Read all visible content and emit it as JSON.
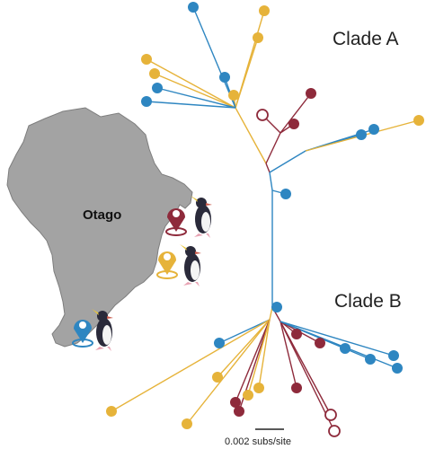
{
  "labels": {
    "clade_a": "Clade A",
    "clade_b": "Clade B",
    "region": "Otago",
    "scale_bar": "0.002 subs/site"
  },
  "colors": {
    "blue": "#2e86c1",
    "yellow": "#e6b33a",
    "red": "#8e2a3b",
    "map_fill": "#a3a3a3",
    "map_stroke": "#7e7e7e",
    "branch_trunk": "#2e86c1"
  },
  "legend_locations": [
    {
      "color": "red",
      "icon": "map-pin-icon"
    },
    {
      "color": "yellow",
      "icon": "map-pin-icon"
    },
    {
      "color": "blue",
      "icon": "map-pin-icon"
    }
  ],
  "penguin_icons": [
    "penguin-icon",
    "penguin-icon",
    "penguin-icon"
  ],
  "tree": {
    "clade_a": {
      "tips": [
        {
          "color": "blue",
          "filled": true
        },
        {
          "color": "yellow",
          "filled": true
        },
        {
          "color": "yellow",
          "filled": true
        },
        {
          "color": "yellow",
          "filled": true
        },
        {
          "color": "yellow",
          "filled": true
        },
        {
          "color": "yellow",
          "filled": true
        },
        {
          "color": "blue",
          "filled": true
        },
        {
          "color": "blue",
          "filled": true
        },
        {
          "color": "blue",
          "filled": true
        },
        {
          "color": "red",
          "filled": true
        },
        {
          "color": "red",
          "filled": true
        },
        {
          "color": "red",
          "filled": false
        },
        {
          "color": "blue",
          "filled": true
        },
        {
          "color": "blue",
          "filled": true
        },
        {
          "color": "yellow",
          "filled": true
        },
        {
          "color": "blue",
          "filled": true
        }
      ]
    },
    "clade_b": {
      "tips": [
        {
          "color": "blue",
          "filled": true
        },
        {
          "color": "blue",
          "filled": true
        },
        {
          "color": "yellow",
          "filled": true
        },
        {
          "color": "yellow",
          "filled": true
        },
        {
          "color": "yellow",
          "filled": true
        },
        {
          "color": "yellow",
          "filled": true
        },
        {
          "color": "red",
          "filled": true
        },
        {
          "color": "red",
          "filled": true
        },
        {
          "color": "yellow",
          "filled": true
        },
        {
          "color": "red",
          "filled": true
        },
        {
          "color": "red",
          "filled": false
        },
        {
          "color": "red",
          "filled": false
        },
        {
          "color": "red",
          "filled": true
        },
        {
          "color": "red",
          "filled": true
        },
        {
          "color": "blue",
          "filled": true
        },
        {
          "color": "blue",
          "filled": true
        },
        {
          "color": "blue",
          "filled": true
        },
        {
          "color": "blue",
          "filled": true
        }
      ]
    }
  }
}
